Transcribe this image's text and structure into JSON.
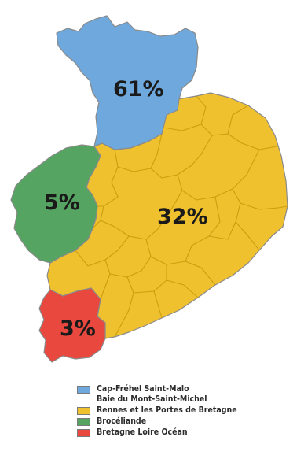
{
  "colors": {
    "saint_malo": "#6fa8dc",
    "rennes": "#f0c12e",
    "broceliande": "#55a462",
    "loire_ocean": "#e8483e"
  },
  "regions": [
    {
      "id": "saint_malo",
      "label": "61%"
    },
    {
      "id": "rennes",
      "label": "32%"
    },
    {
      "id": "broceliande",
      "label": "5%"
    },
    {
      "id": "loire_ocean",
      "label": "3%"
    }
  ],
  "legend": [
    {
      "id": "saint_malo",
      "label": "Cap-Fréhel Saint-Malo\nBaie du Mont-Saint-Michel"
    },
    {
      "id": "rennes",
      "label": "Rennes et les Portes de Bretagne"
    },
    {
      "id": "broceliande",
      "label": "Brocéliande"
    },
    {
      "id": "loire_ocean",
      "label": "Bretagne Loire Océan"
    }
  ]
}
